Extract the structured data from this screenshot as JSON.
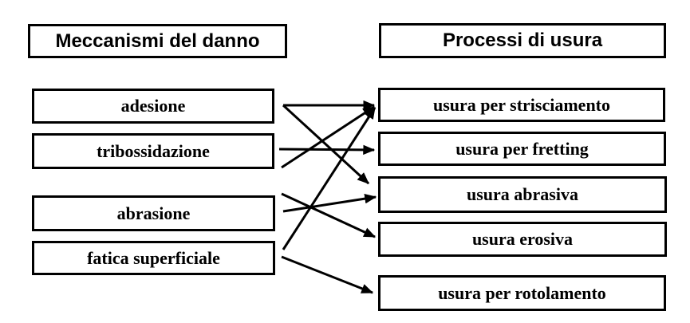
{
  "diagram": {
    "left": {
      "title": "Meccanismi del danno",
      "items": [
        "adesione",
        "tribossidazione",
        "abrasione",
        "fatica superficiale"
      ]
    },
    "right": {
      "title": "Processi di usura",
      "items": [
        "usura per strisciamento",
        "usura per fretting",
        "usura abrasiva",
        "usura erosiva",
        "usura per rotolamento"
      ]
    },
    "connections": [
      {
        "from": "adesione",
        "to": "usura per strisciamento"
      },
      {
        "from": "adesione",
        "to": "usura abrasiva"
      },
      {
        "from": "tribossidazione",
        "to": "usura per fretting"
      },
      {
        "from": "tribossidazione",
        "to": "usura per strisciamento"
      },
      {
        "from": "abrasione",
        "to": "usura abrasiva"
      },
      {
        "from": "abrasione",
        "to": "usura erosiva"
      },
      {
        "from": "fatica superficiale",
        "to": "usura per strisciamento"
      },
      {
        "from": "fatica superficiale",
        "to": "usura per rotolamento"
      }
    ],
    "colors": {
      "ink": "#000000",
      "background": "#ffffff"
    }
  }
}
